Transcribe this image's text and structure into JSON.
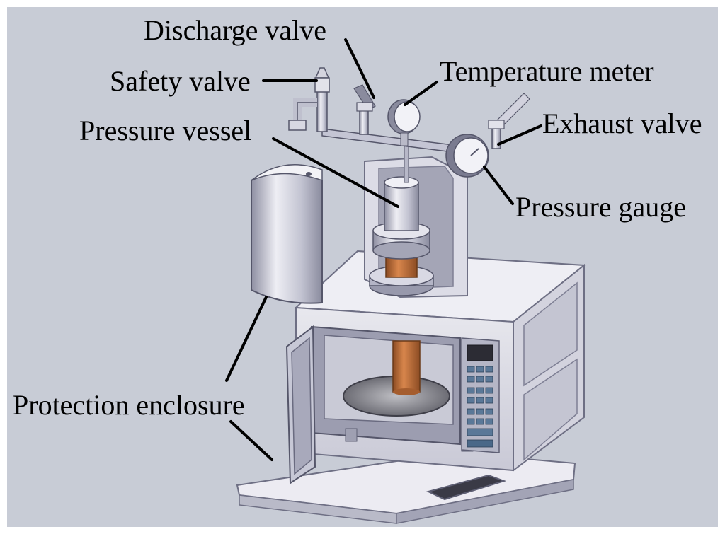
{
  "labels": {
    "discharge_valve": "Discharge valve",
    "safety_valve": "Safety valve",
    "temperature_meter": "Temperature meter",
    "pressure_vessel": "Pressure vessel",
    "exhaust_valve": "Exhaust valve",
    "pressure_gauge": "Pressure gauge",
    "protection_enclosure": "Protection enclosure"
  },
  "colors": {
    "background": "#c8ccd6",
    "frame": "#ffffff",
    "metal_light": "#e4e4ea",
    "metal_mid": "#b9bac8",
    "metal_dark": "#7a7b90",
    "copper": "#c0703a",
    "panel_blue": "#5a7898"
  }
}
